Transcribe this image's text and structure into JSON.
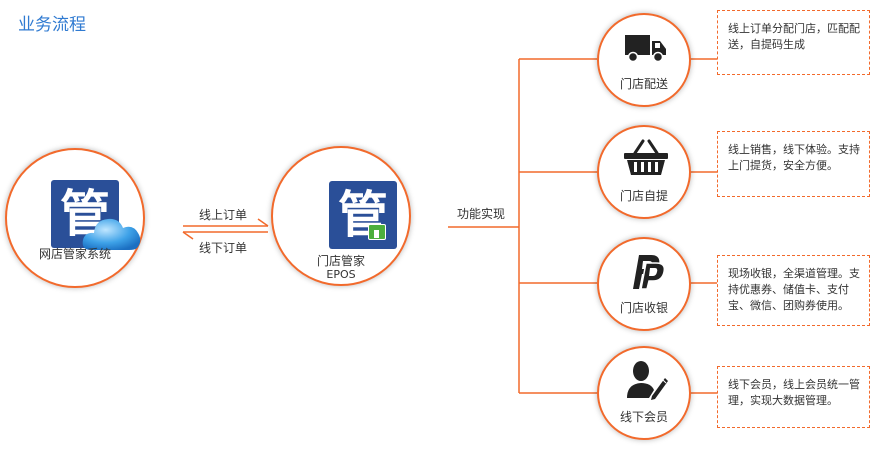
{
  "title": "业务流程",
  "online_system": {
    "label": "网店管家系统"
  },
  "epos": {
    "label": "门店管家",
    "sub": "EPOS"
  },
  "edges": {
    "online_order": "线上订单",
    "offline_order": "线下订单",
    "function": "功能实现"
  },
  "features": [
    {
      "label": "门店配送",
      "icon": "delivery-truck-icon",
      "desc": "线上订单分配门店，匹配配送，自提码生成"
    },
    {
      "label": "门店自提",
      "icon": "shopping-basket-icon",
      "desc": "线上销售，线下体验。支持上门提货，安全方便。"
    },
    {
      "label": "门店收银",
      "icon": "paypal-icon",
      "desc": "现场收银，全渠道管理。支持优惠券、储值卡、支付宝、微信、团购券使用。"
    },
    {
      "label": "线下会员",
      "icon": "member-edit-icon",
      "desc": "线下会员，线上会员统一管理，实现大数据管理。"
    }
  ],
  "colors": {
    "accent": "#f26a2c",
    "brand_blue": "#2a4f98",
    "title_blue": "#2f7ad1"
  }
}
